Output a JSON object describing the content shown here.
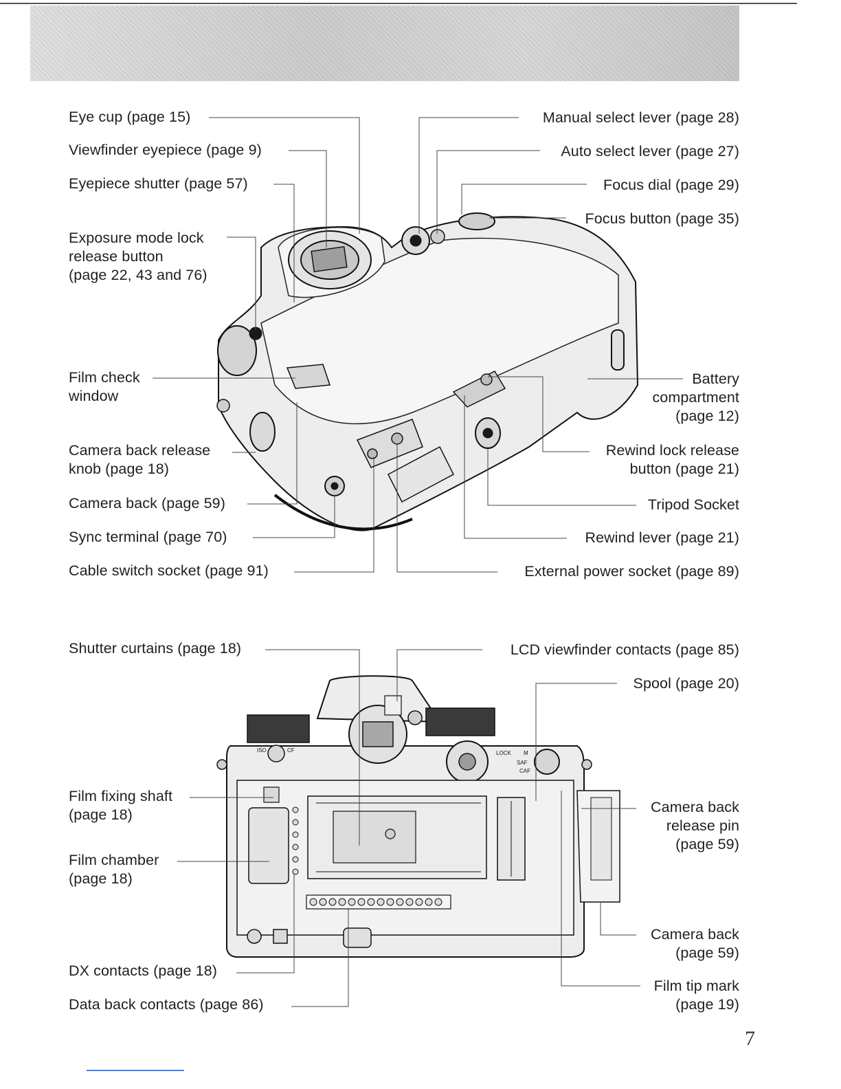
{
  "page": {
    "number": "7"
  },
  "top_figure": {
    "labels": {
      "eye_cup": "Eye cup (page 15)",
      "viewfinder_eyepiece": "Viewfinder eyepiece (page 9)",
      "eyepiece_shutter": "Eyepiece shutter (page 57)",
      "exposure_mode_lock": "Exposure mode lock\nrelease button\n(page 22, 43 and 76)",
      "film_check_window": "Film check\nwindow",
      "camera_back_release_knob": "Camera back release\nknob (page 18)",
      "camera_back": "Camera back (page 59)",
      "sync_terminal": "Sync terminal (page 70)",
      "cable_switch_socket": "Cable switch socket (page 91)",
      "manual_select_lever": "Manual select lever (page 28)",
      "auto_select_lever": "Auto select lever (page 27)",
      "focus_dial": "Focus dial (page 29)",
      "focus_button": "Focus button (page 35)",
      "battery_compartment": "Battery\ncompartment\n(page 12)",
      "rewind_lock_release": "Rewind lock release\nbutton (page 21)",
      "tripod_socket": "Tripod Socket",
      "rewind_lever": "Rewind lever (page 21)",
      "external_power_socket": "External power socket (page 89)"
    }
  },
  "bottom_figure": {
    "labels": {
      "shutter_curtains": "Shutter curtains (page 18)",
      "film_fixing_shaft": "Film fixing shaft\n(page 18)",
      "film_chamber": "Film chamber\n(page 18)",
      "dx_contacts": "DX contacts (page 18)",
      "data_back_contacts": "Data back contacts (page 86)",
      "lcd_viewfinder_contacts": "LCD viewfinder contacts (page 85)",
      "spool": "Spool (page 20)",
      "camera_back_release_pin": "Camera back\nrelease pin\n(page 59)",
      "camera_back": "Camera back\n(page 59)",
      "film_tip_mark": "Film tip mark\n(page 19)"
    },
    "camera_markings": {
      "iso": "ISO",
      "cf": "CF",
      "lock": "LOCK",
      "m": "M",
      "saf": "SAF",
      "caf": "CAF"
    }
  }
}
